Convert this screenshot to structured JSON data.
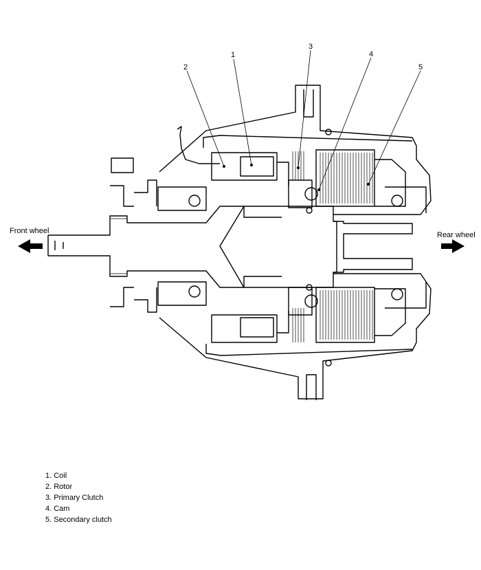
{
  "labels": {
    "front_wheel": "Front wheel",
    "rear_wheel": "Rear wheel"
  },
  "callouts": [
    "1",
    "2",
    "3",
    "4",
    "5"
  ],
  "legend": [
    "1. Coil",
    "2. Rotor",
    "3. Primary Clutch",
    "4. Cam",
    "5. Secondary clutch"
  ]
}
